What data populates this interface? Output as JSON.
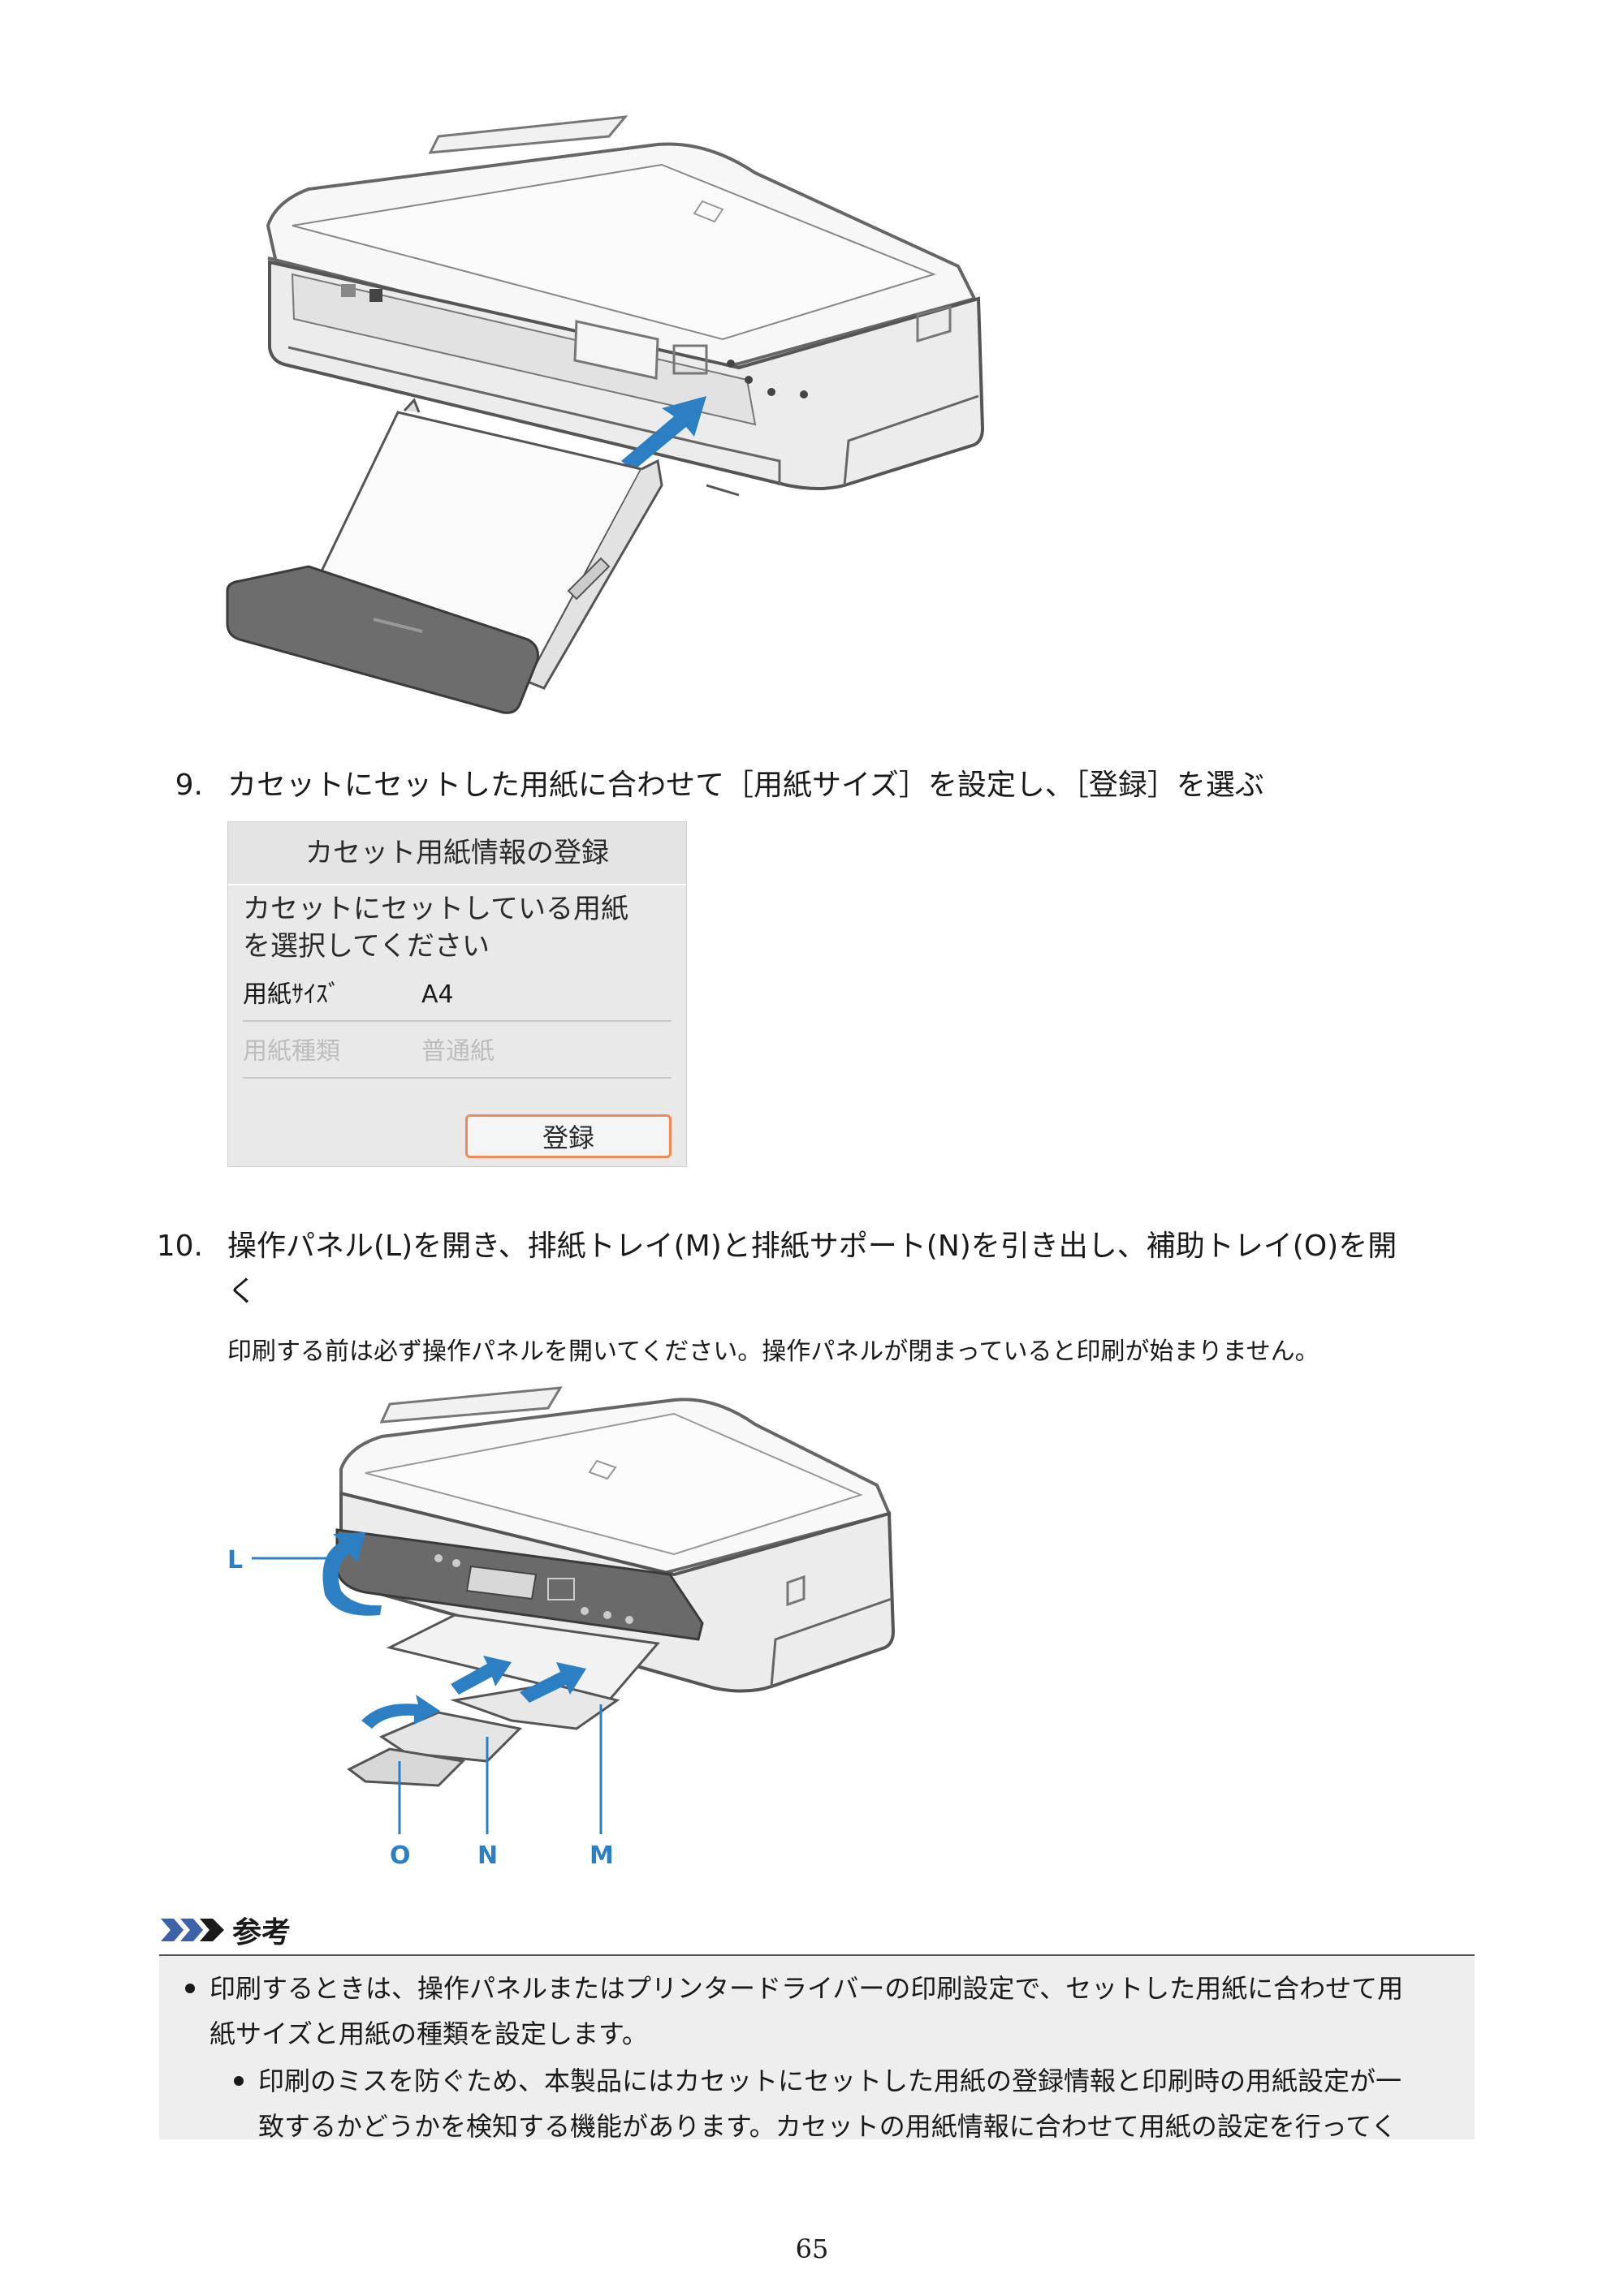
{
  "steps": {
    "s9": {
      "number": "9.",
      "text": "カセットにセットした用紙に合わせて［用紙サイズ］を設定し、［登録］を選ぶ"
    },
    "s10": {
      "number": "10.",
      "text_line1": "操作パネル(L)を開き、排紙トレイ(M)と排紙サポート(N)を引き出し、補助トレイ(O)を開",
      "text_line2": "く",
      "note": "印刷する前は必ず操作パネルを開いてください。操作パネルが閉まっていると印刷が始まりません。"
    }
  },
  "lcd": {
    "title": "カセット用紙情報の登録",
    "message_line1": "カセットにセットしている用紙",
    "message_line2": "を選択してください",
    "rows": [
      {
        "label": "用紙ｻｲｽﾞ",
        "value": "A4"
      },
      {
        "label": "用紙種類",
        "value": "普通紙"
      }
    ],
    "button": "登録",
    "accent": "#f08a50"
  },
  "figure2": {
    "labels": {
      "L": "L",
      "O": "O",
      "N": "N",
      "M": "M"
    },
    "callout_color": "#2d7fc4"
  },
  "reference": {
    "title": "参考",
    "bullet1_line1": "印刷するときは、操作パネルまたはプリンタードライバーの印刷設定で、セットした用紙に合わせて用",
    "bullet1_line2": "紙サイズと用紙の種類を設定します。",
    "bullet2_line1": "印刷のミスを防ぐため、本製品にはカセットにセットした用紙の登録情報と印刷時の用紙設定が一",
    "bullet2_line2": "致するかどうかを検知する機能があります。カセットの用紙情報に合わせて用紙の設定を行ってく"
  },
  "page_number": "65"
}
